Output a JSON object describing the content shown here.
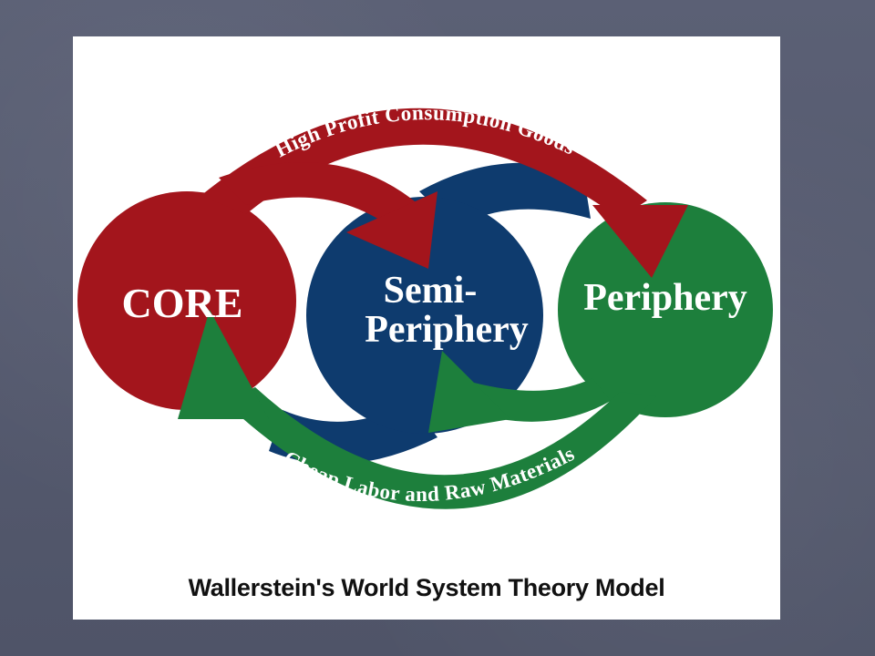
{
  "diagram": {
    "nodes": {
      "core": "CORE",
      "semi_line1": "Semi-",
      "semi_line2": "Periphery",
      "periphery": "Periphery"
    },
    "flows": {
      "top": "High Profit Consumption Goods",
      "bottom": "Cheap Labor and Raw Materials"
    },
    "caption": "Wallerstein's World System Theory Model"
  },
  "colors": {
    "background": "#555a6e",
    "core": "#a3151c",
    "semi_periphery": "#0e3b6e",
    "periphery": "#1d7f3c",
    "panel": "#ffffff"
  }
}
